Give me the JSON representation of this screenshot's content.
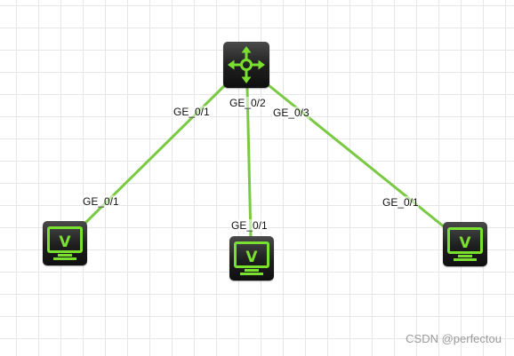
{
  "diagram": {
    "devices": [
      {
        "id": "router",
        "type": "router",
        "icon": "router-arrows-icon"
      },
      {
        "id": "pc-left",
        "type": "vpc",
        "icon": "vpc-monitor-icon",
        "glyph": "V"
      },
      {
        "id": "pc-middle",
        "type": "vpc",
        "icon": "vpc-monitor-icon",
        "glyph": "V"
      },
      {
        "id": "pc-right",
        "type": "vpc",
        "icon": "vpc-monitor-icon",
        "glyph": "V"
      }
    ],
    "links": [
      {
        "from": "router",
        "from_port": "GE_0/1",
        "to": "pc-left",
        "to_port": "GE_0/1"
      },
      {
        "from": "router",
        "from_port": "GE_0/2",
        "to": "pc-middle",
        "to_port": "GE_0/1"
      },
      {
        "from": "router",
        "from_port": "GE_0/3",
        "to": "pc-right",
        "to_port": "GE_0/1"
      }
    ],
    "link_color": "#7ac943",
    "icon_color": "#79e02f"
  },
  "watermark": "CSDN @perfectou"
}
